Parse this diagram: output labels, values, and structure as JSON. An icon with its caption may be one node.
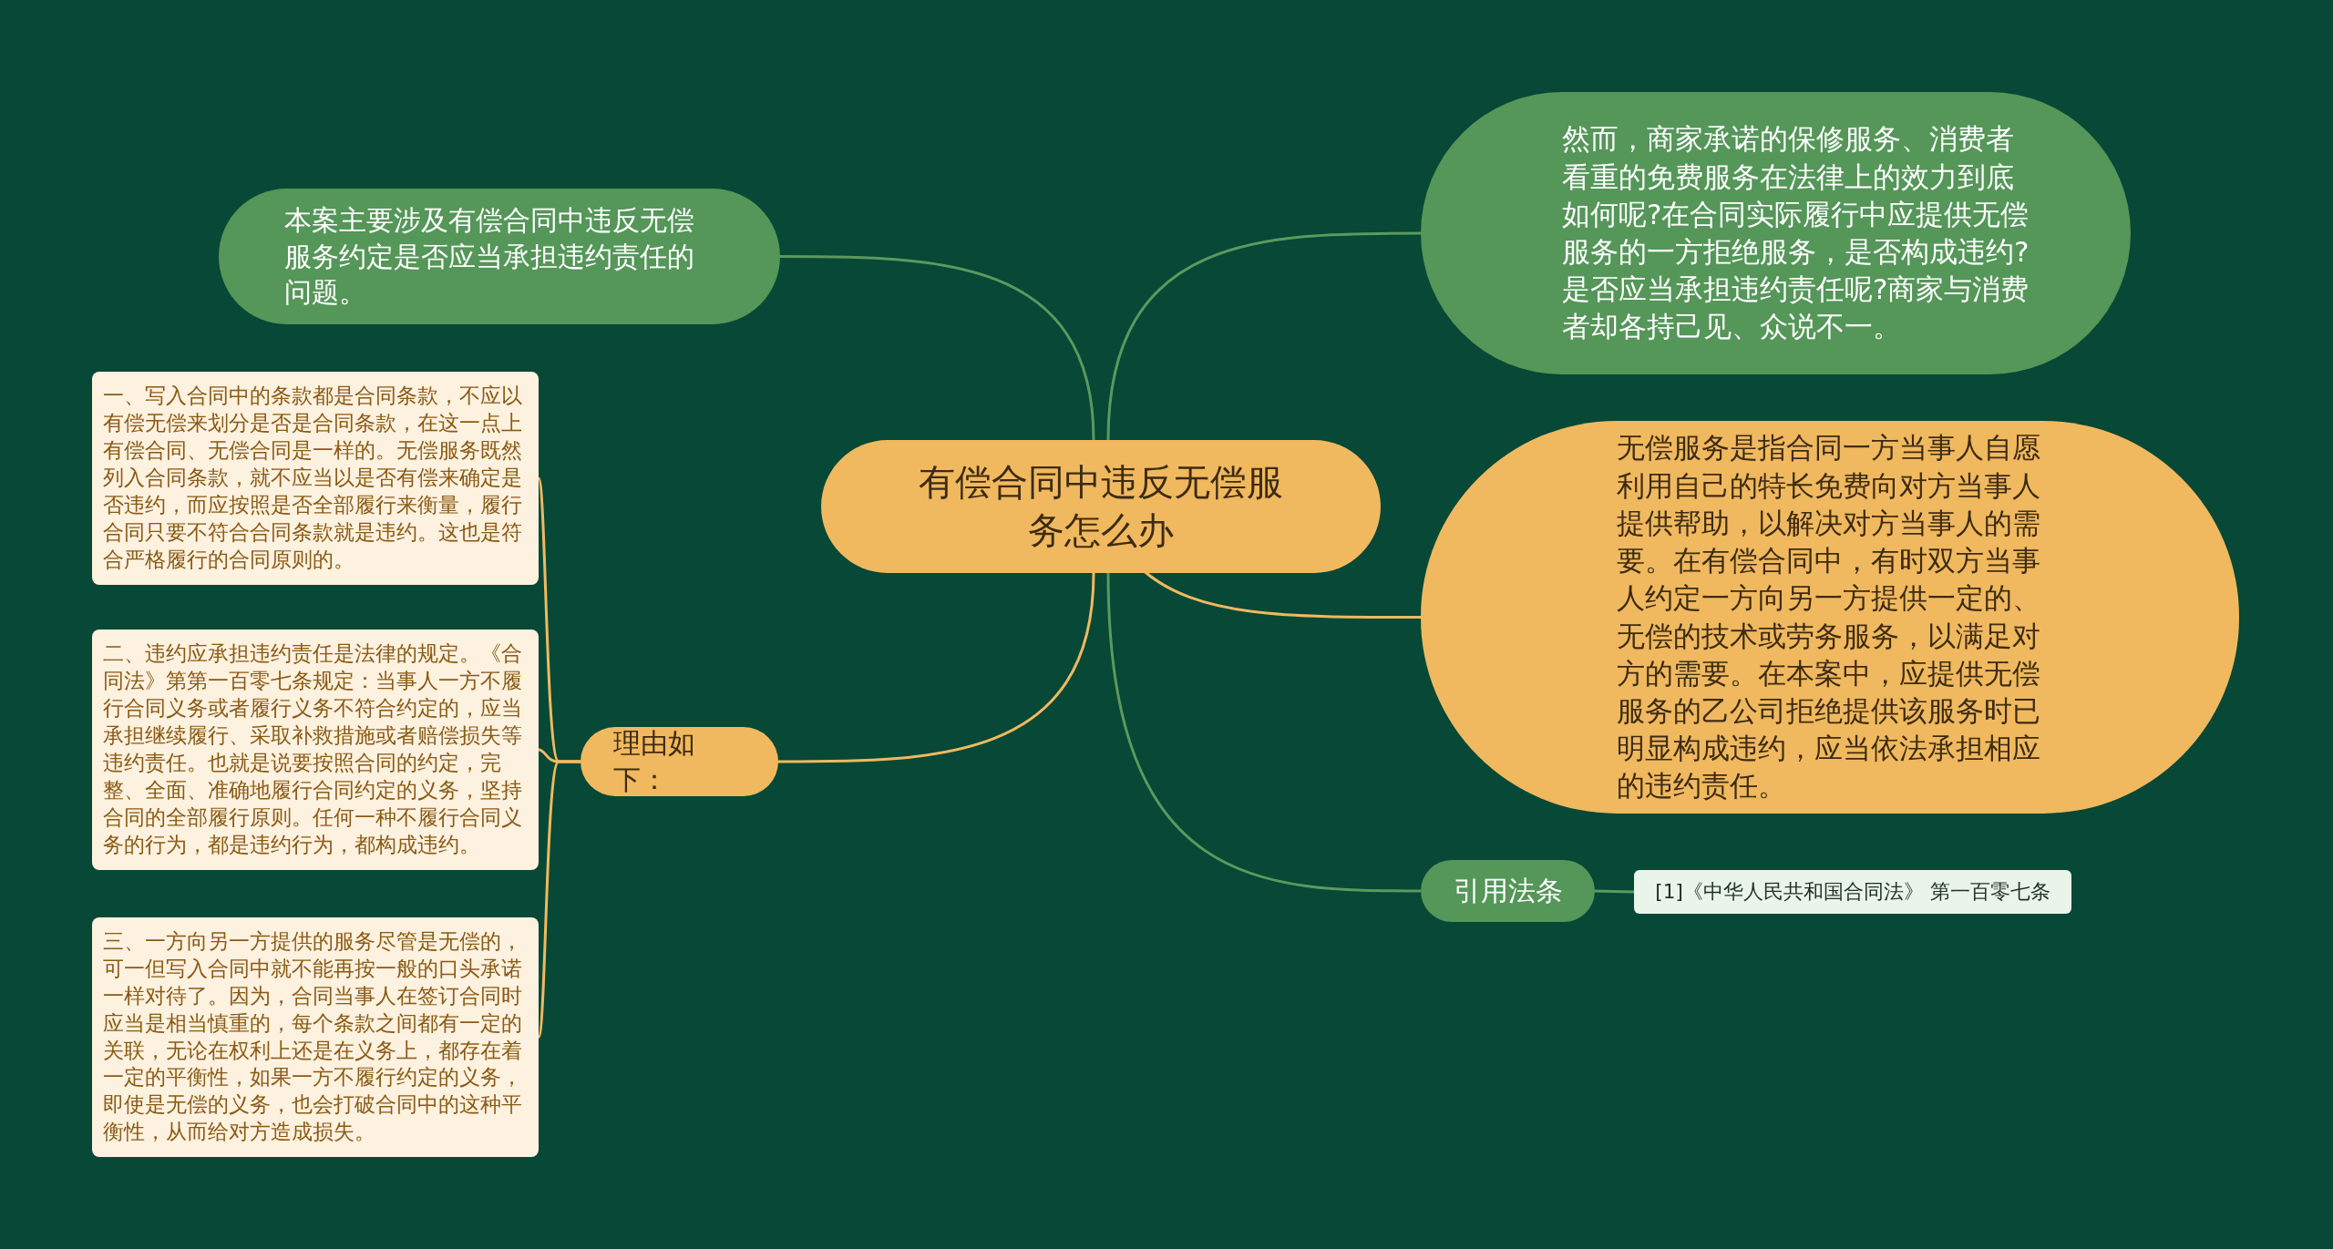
{
  "diagram": {
    "nodes": [
      {
        "text": [
          "有偿合同中违反无偿服务怎么办"
        ]
      },
      {
        "text": [
          "本案主要涉及有偿合同中违反无偿服务约定是否应当承担违约责任的问题。"
        ]
      },
      {
        "text": [
          "理由如下："
        ]
      },
      {
        "text": [
          "一、写入合同中的条款都是合同条款，不应以有偿无偿来划分是否是合同条款，在这一点上有偿合同、无偿合同是一样的。无偿服务既然列入合同条款，就不应当以是否有偿来确定是否违约，而应按照是否全部履行来衡量，履行合同只要不符合合同条款就是违约。这也是符合严格履行的合同原则的。"
        ]
      },
      {
        "text": [
          "二、违约应承担违约责任是法律的规定。《合同法》第第一百零七条规定：当事人一方不履行合同义务或者履行义务不符合约定的，应当承担继续履行、采取补救措施或者赔偿损失等违约责任。也就是说要按照合同的约定，完整、全面、准确地履行合同约定的义务，坚持合同的全部履行原则。任何一种不履行合同义务的行为，都是违约行为，都构成违约。"
        ]
      },
      {
        "text": [
          "三、一方向另一方提供的服务尽管是无偿的，可一但写入合同中就不能再按一般的口头承诺一样对待了。因为，合同当事人在签订合同时应当是相当慎重的，每个条款之间都有一定的关联，无论在权利上还是在义务上，都存在着一定的平衡性，如果一方不履行约定的义务，即使是无偿的义务，也会打破合同中的这种平衡性，从而给对方造成损失。"
        ]
      },
      {
        "text": [
          "然而，商家承诺的保修服务、消费者看重的免费服务在法律上的效力到底如何呢?在合同实际履行中应提供无偿服务的一方拒绝服务，是否构成违约?是否应当承担违约责任呢?商家与消费者却各持己见、众说不一。"
        ]
      },
      {
        "text": [
          "无偿服务是指合同一方当事人自愿利用自己的特长免费向对方当事人提供帮助，以解决对方当事人的需要。在有偿合同中，有时双方当事人约定一方向另一方提供一定的、无偿的技术或劳务服务，以满足对方的需要。在本案中，应提供无偿服务的乙公司拒绝提供该服务时已明显构成违约，应当依法承担相应的违约责任。"
        ]
      },
      {
        "text": [
          "引用法条"
        ]
      },
      {
        "text": [
          "[1]《中华人民共和国合同法》 第一百零七条"
        ]
      }
    ],
    "edges": [
      {
        "from": 0,
        "to": 1,
        "arrow": "none",
        "color": "#5a9a5e"
      },
      {
        "from": 0,
        "to": 2,
        "arrow": "none"
      },
      {
        "from": 2,
        "to": 3,
        "arrow": "none"
      },
      {
        "from": 2,
        "to": 4,
        "arrow": "none"
      },
      {
        "from": 2,
        "to": 5,
        "arrow": "none"
      },
      {
        "from": 0,
        "to": 6,
        "arrow": "none",
        "color": "#5a9a5e"
      },
      {
        "from": 0,
        "to": 7,
        "arrow": "none"
      },
      {
        "from": 0,
        "to": 8,
        "arrow": "none",
        "color": "#5a9a5e"
      },
      {
        "from": 8,
        "to": 9,
        "arrow": "none",
        "color": "#5a9a5e"
      }
    ]
  }
}
